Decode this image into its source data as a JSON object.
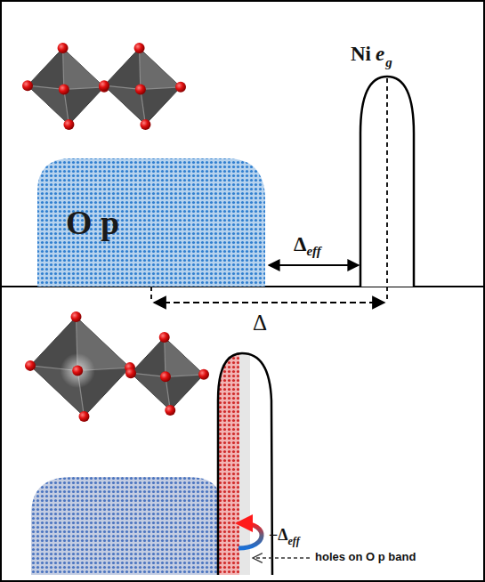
{
  "diagram": {
    "nodes": [
      {
        "text": [
          "O p"
        ]
      }
    ],
    "labels": [
      "Ni",
      "e",
      "g",
      "Δ",
      "eff",
      "Δ",
      "−Δ",
      "eff",
      "holes on O p band"
    ]
  }
}
